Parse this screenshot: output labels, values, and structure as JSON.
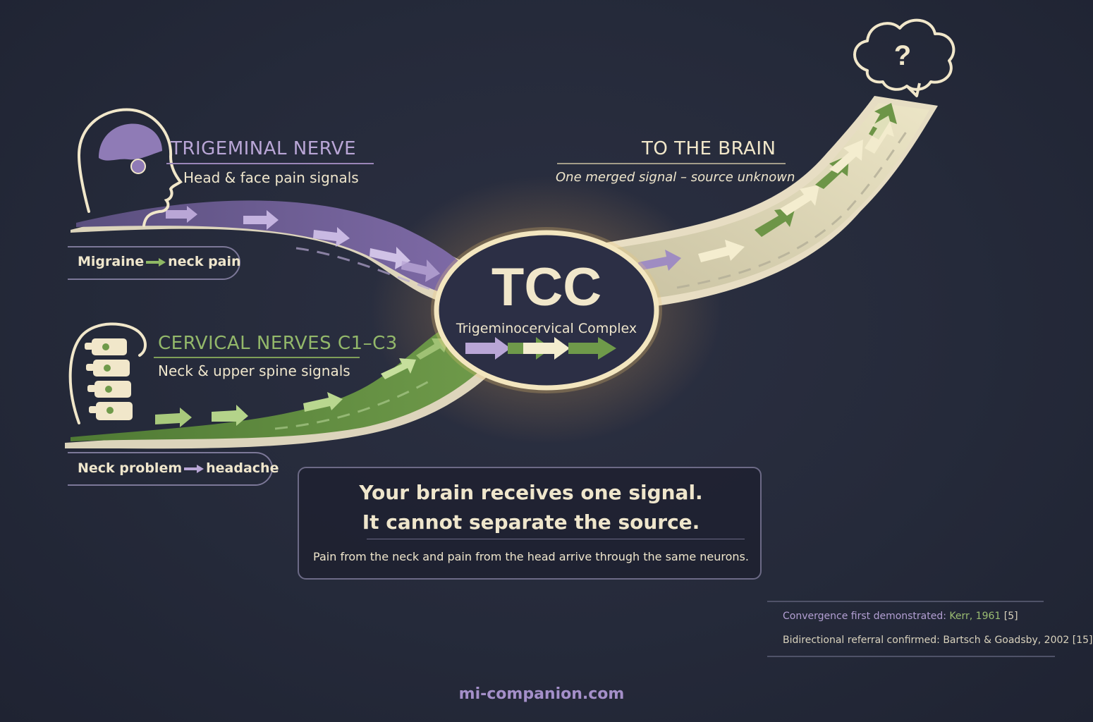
{
  "trigeminal": {
    "title": "TRIGEMINAL NERVE",
    "subtitle": "Head & face pain signals",
    "pill_left": "Migraine",
    "pill_right": "neck pain"
  },
  "cervical": {
    "title": "CERVICAL NERVES C1–C3",
    "subtitle": "Neck & upper spine signals",
    "pill_left": "Neck problem",
    "pill_right": "headache"
  },
  "brain": {
    "title": "TO THE BRAIN",
    "subtitle": "One merged signal – source unknown",
    "question_mark": "?"
  },
  "tcc": {
    "abbr": "TCC",
    "full_name": "Trigeminocervical Complex"
  },
  "message": {
    "line1": "Your brain receives one signal.",
    "line2": "It cannot separate the source.",
    "detail": "Pain from the neck and pain from the head arrive through the same neurons."
  },
  "references": [
    {
      "label": "Convergence first demonstrated:",
      "value": "Kerr, 1961",
      "cite": "[5]"
    },
    {
      "label": "Bidirectional referral confirmed:",
      "value": "Bartsch & Goadsby, 2002",
      "cite": "[15]"
    }
  ],
  "footer": "mi-companion.com",
  "colors": {
    "background": "#252a3a",
    "trigeminal": "#8f7bb6",
    "cervical": "#6f9a4a",
    "merged": "#e9e2c4",
    "glow": "#f1c774"
  },
  "icons": [
    "head-profile-icon",
    "spine-icon",
    "brain-question-icon"
  ]
}
